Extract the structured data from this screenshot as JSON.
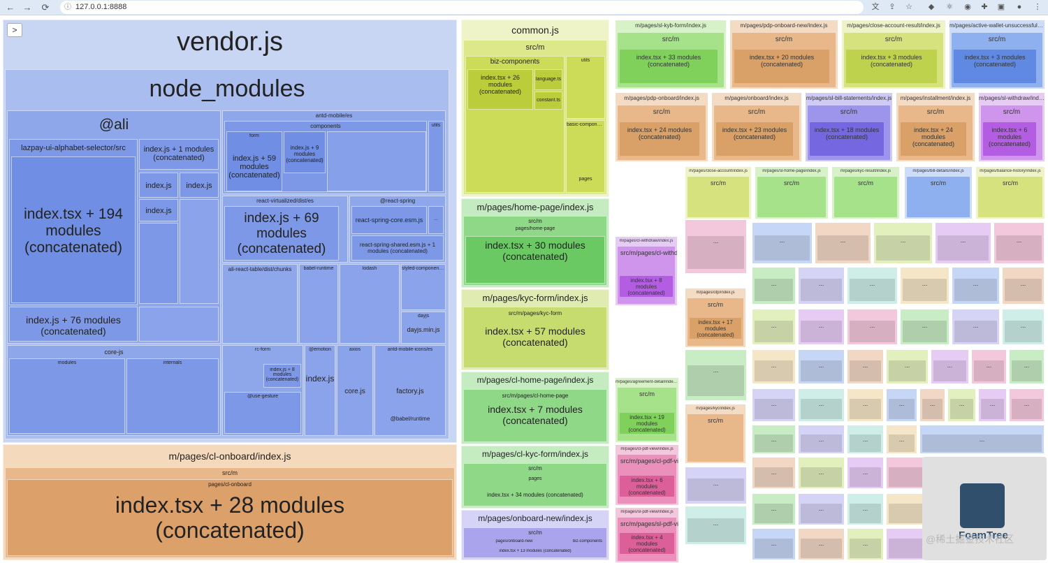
{
  "browser": {
    "url": "127.0.0.1:8888",
    "back": "←",
    "forward": "→",
    "reload": "⟳"
  },
  "vendor": {
    "title": "vendor.js",
    "node_modules": "node_modules",
    "ali": "@ali",
    "lazpay": "lazpay-ui-alphabet-selector/src",
    "lazpay_main": "index.tsx + 194 modules (concatenated)",
    "idx1": "index.js + 1 modules (concatenated)",
    "idx_a": "index.js",
    "idx_b": "index.js",
    "idx_c": "index.js",
    "idx76": "index.js + 76 modules (concatenated)",
    "antd": "antd-mobile/es",
    "components": "components",
    "utils": "utils",
    "form": "form",
    "idx59": "index.js + 59 modules (concatenated)",
    "idx9": "index.js + 9 modules (concatenated)",
    "rv": "react-virtualized/dist/es",
    "idx69": "index.js + 69 modules (concatenated)",
    "spring": "@react-spring",
    "spring_core": "react-spring-core.esm.js",
    "spring_shared": "react-spring-shared.esm.js + 1 modules (concatenated)",
    "art": "ali-react-table/dist/chunks",
    "babel": "babel-runtime",
    "lodash": "lodash",
    "styled": "styled-components/dist",
    "emotion": "@emotion",
    "axios": "axios",
    "amd": "antd-mobile-icons/es",
    "dayjs": "dayjs",
    "dayjs_min": "dayjs.min.js",
    "corejs": "core-js",
    "modules": "modules",
    "internals": "internals",
    "rcform": "rc-form",
    "idx8": "index.js + 8 modules (concatenated)",
    "idx_d": "index.js",
    "core": "core.js",
    "factory": "factory.js",
    "usegesture": "@use-gesture",
    "babelrt": "@babel/runtime",
    "ellipsis": "..."
  },
  "onboard": {
    "title": "m/pages/cl-onboard/index.js",
    "src": "src/m",
    "pages": "pages/cl-onboard",
    "main": "index.tsx + 28 modules (concatenated)"
  },
  "common": {
    "title": "common.js",
    "src": "src/m",
    "biz": "biz-components",
    "utils": "utils",
    "main": "index.tsx + 26 modules (concatenated)",
    "language": "language.ts",
    "constant": "constant.ts",
    "basic": "basic-components",
    "pages": "pages"
  },
  "home": {
    "title": "m/pages/home-page/index.js",
    "src": "src/m",
    "pages": "pages/home-page",
    "main": "index.tsx + 30 modules (concatenated)"
  },
  "kyc": {
    "title": "m/pages/kyc-form/index.js",
    "src": "src/m/pages/kyc-form",
    "main": "index.tsx + 57 modules (concatenated)"
  },
  "clhome": {
    "title": "m/pages/cl-home-page/index.js",
    "src": "src/m/pages/cl-home-page",
    "main": "index.tsx + 7 modules (concatenated)"
  },
  "clkyc": {
    "title": "m/pages/cl-kyc-form/index.js",
    "src": "src/m",
    "pages": "pages",
    "main": "index.tsx + 34 modules (concatenated)"
  },
  "onboardnew": {
    "title": "m/pages/onboard-new/index.js",
    "src": "src/m",
    "pages": "pages/onboard-new",
    "biz": "biz-components",
    "main": "index.tsx + 13 modules (concatenated)"
  },
  "tiles_top": [
    {
      "title": "m/pages/sl-kyb-form/index.js",
      "src": "src/m",
      "main": "index.tsx + 33 modules (concatenated)"
    },
    {
      "title": "m/pages/pdp-onboard-new/index.js",
      "src": "src/m",
      "main": "index.tsx + 20 modules (concatenated)"
    },
    {
      "title": "m/pages/close-account-result/index.js",
      "src": "src/m",
      "main": "index.tsx + 3 modules (concatenated)"
    },
    {
      "title": "m/pages/active-wallet-unsuccessful/index.js",
      "src": "src/m",
      "main": "index.tsx + 3 modules (concatenated)"
    },
    {
      "title": "m/pages/pdp-onboard/index.js",
      "src": "src/m",
      "main": "index.tsx + 24 modules (concatenated)"
    },
    {
      "title": "m/pages/onboard/index.js",
      "src": "src/m",
      "main": "index.tsx + 23 modules (concatenated)"
    },
    {
      "title": "m/pages/sl-bill-statements/index.js",
      "src": "src/m",
      "main": "index.tsx + 18 modules (concatenated)"
    },
    {
      "title": "m/pages/installment/index.js",
      "src": "src/m",
      "main": "index.tsx + 24 modules (concatenated)"
    },
    {
      "title": "m/pages/sl-withdraw/index.js",
      "src": "src/m",
      "main": "index.tsx + 6 modules (concatenated)"
    }
  ],
  "tiles_mid": [
    {
      "title": "m/pages/cl-withdraw/index.js",
      "src": "src/m/pages/cl-withdraw",
      "main": "index.tsx + 8 modules (concatenated)"
    },
    {
      "title": "m/pages/agreement-detail/index.js",
      "src": "src/m",
      "main": "index.tsx + 19 modules (concatenated)"
    },
    {
      "title": "m/pages/cl-pdf-view/index.js",
      "src": "src/m/pages/cl-pdf-view",
      "main": "index.tsx + 6 modules (concatenated)"
    },
    {
      "title": "m/pages/sl-pdf-view/index.js",
      "src": "src/m/pages/sl-pdf-view",
      "main": "index.tsx + 4 modules (concatenated)"
    },
    {
      "title": "m/pages/otp/index.js",
      "src": "src/m",
      "main": "index.tsx + 17 modules (concatenated)"
    },
    {
      "title": "m/pages/kyc/index.js",
      "src": "src/m"
    },
    {
      "title": "m/pages/close-account/index.js",
      "src": "src/m"
    },
    {
      "title": "m/pages/sl-home-page/index.js",
      "src": "src/m"
    },
    {
      "title": "m/pages/kyc-result/index.js",
      "src": "src/m"
    },
    {
      "title": "m/pages/bill-details/index.js",
      "src": "src/m"
    },
    {
      "title": "m/pages/balance-history/index.js",
      "src": "src/m"
    }
  ],
  "foamtree": "FoamTree",
  "watermark": "@稀土掘金技术社区"
}
